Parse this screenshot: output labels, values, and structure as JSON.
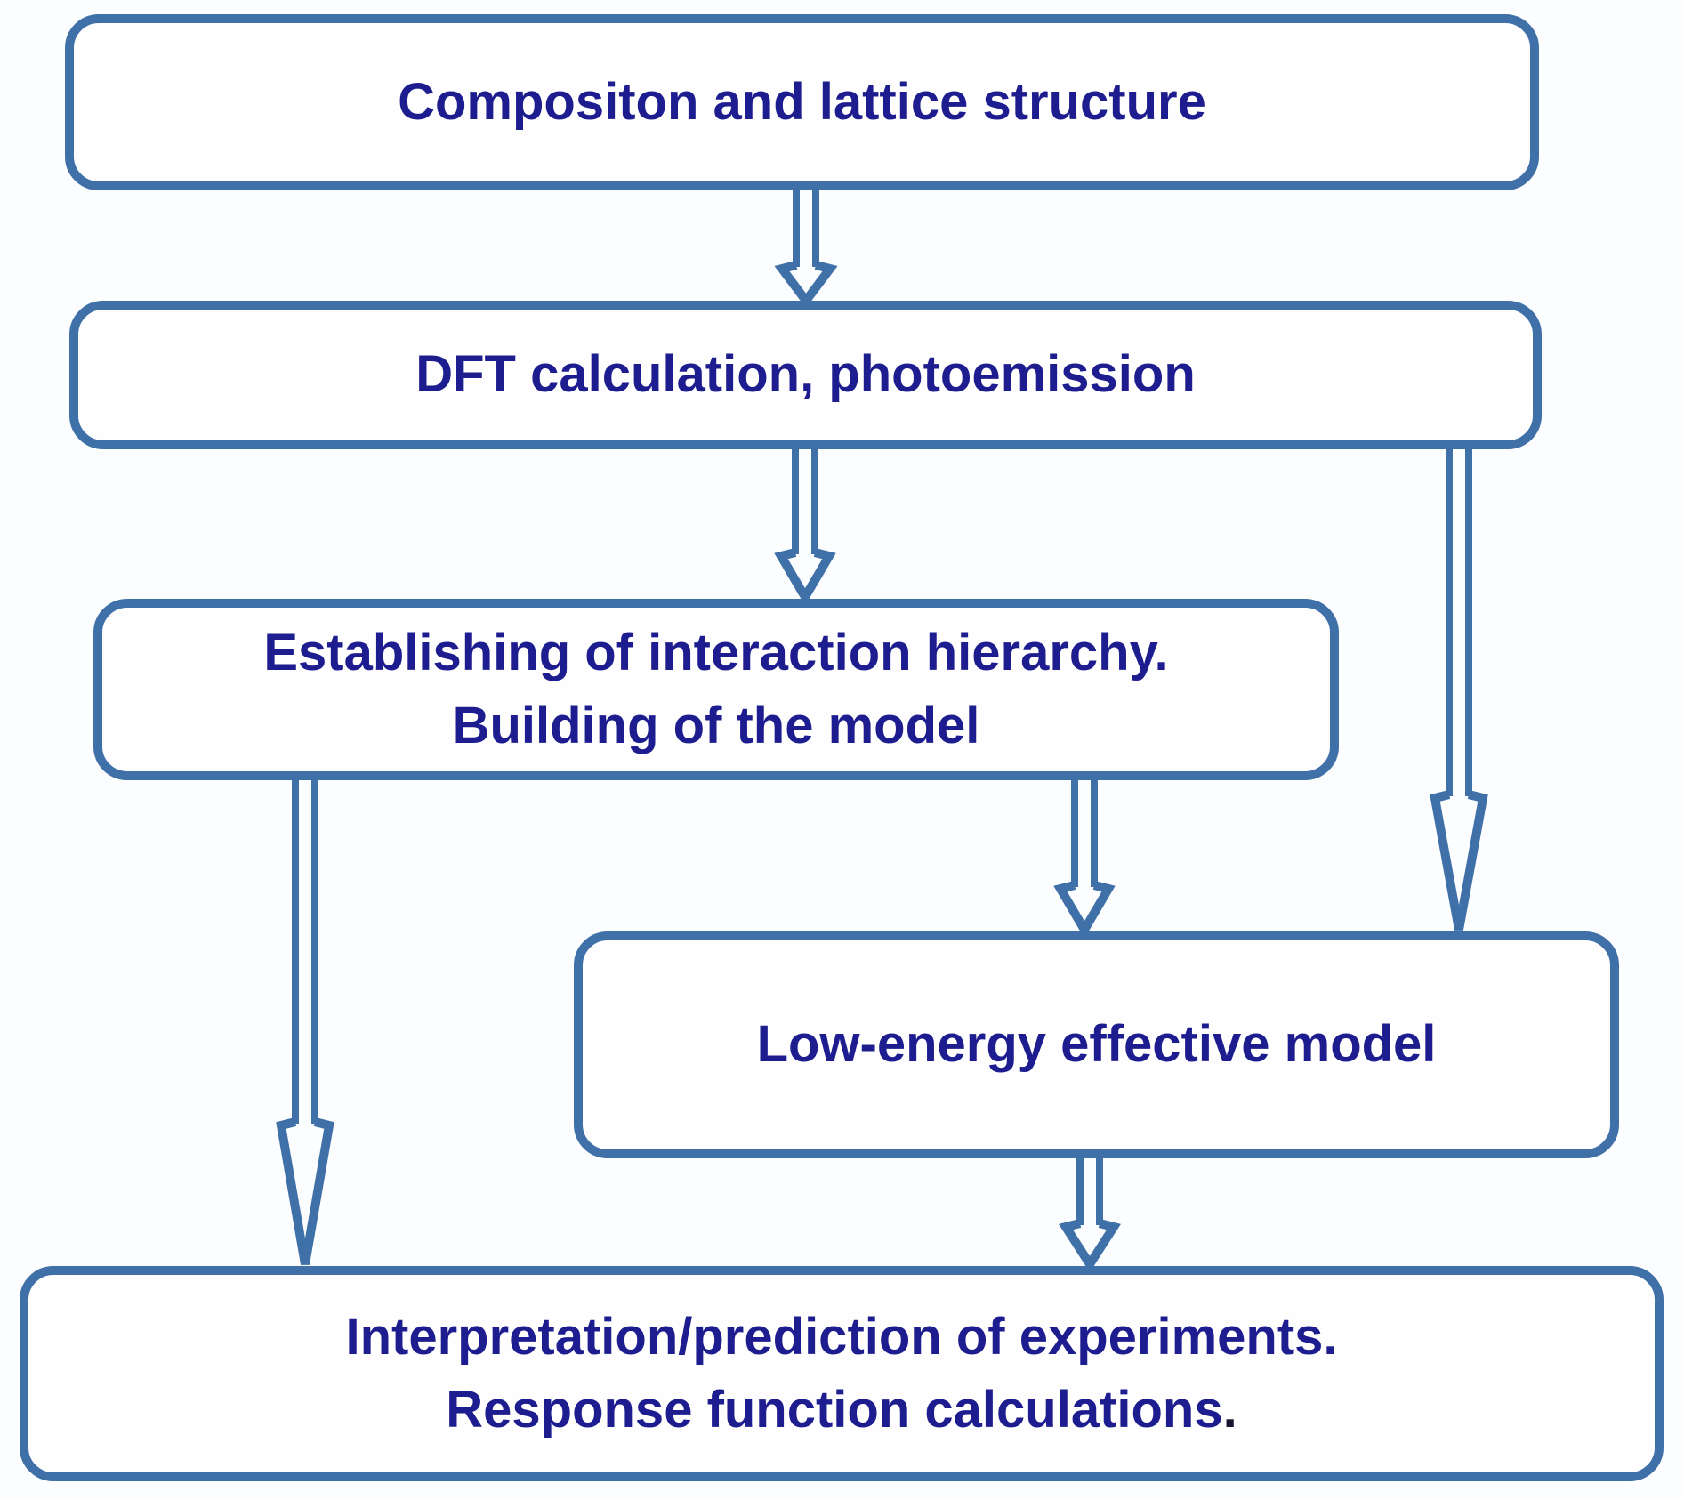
{
  "theme": {
    "page_background": "#fcfdfe",
    "box_border_color": "#4070a8",
    "box_fill_color": "#fefefe",
    "text_color": "#1e1d90",
    "arrow_color": "#4070a8",
    "trailing_period_color": "#15152e"
  },
  "diagram": {
    "type": "flowchart",
    "nodes": [
      {
        "id": "composition",
        "lines": [
          "Compositon and lattice structure"
        ]
      },
      {
        "id": "dft",
        "lines": [
          "DFT calculation, photoemission"
        ]
      },
      {
        "id": "hierarchy",
        "lines": [
          "Establishing of interaction hierarchy.",
          "Building of the model"
        ]
      },
      {
        "id": "low-energy-model",
        "lines": [
          "Low-energy effective model"
        ]
      },
      {
        "id": "interpretation",
        "lines": [
          "Interpretation/prediction of experiments.",
          "Response function calculations"
        ],
        "trailing_period": "."
      }
    ],
    "edges": [
      {
        "from": "composition",
        "to": "dft"
      },
      {
        "from": "dft",
        "to": "hierarchy"
      },
      {
        "from": "dft",
        "to": "low-energy-model"
      },
      {
        "from": "hierarchy",
        "to": "low-energy-model"
      },
      {
        "from": "hierarchy",
        "to": "interpretation"
      },
      {
        "from": "low-energy-model",
        "to": "interpretation"
      }
    ]
  }
}
